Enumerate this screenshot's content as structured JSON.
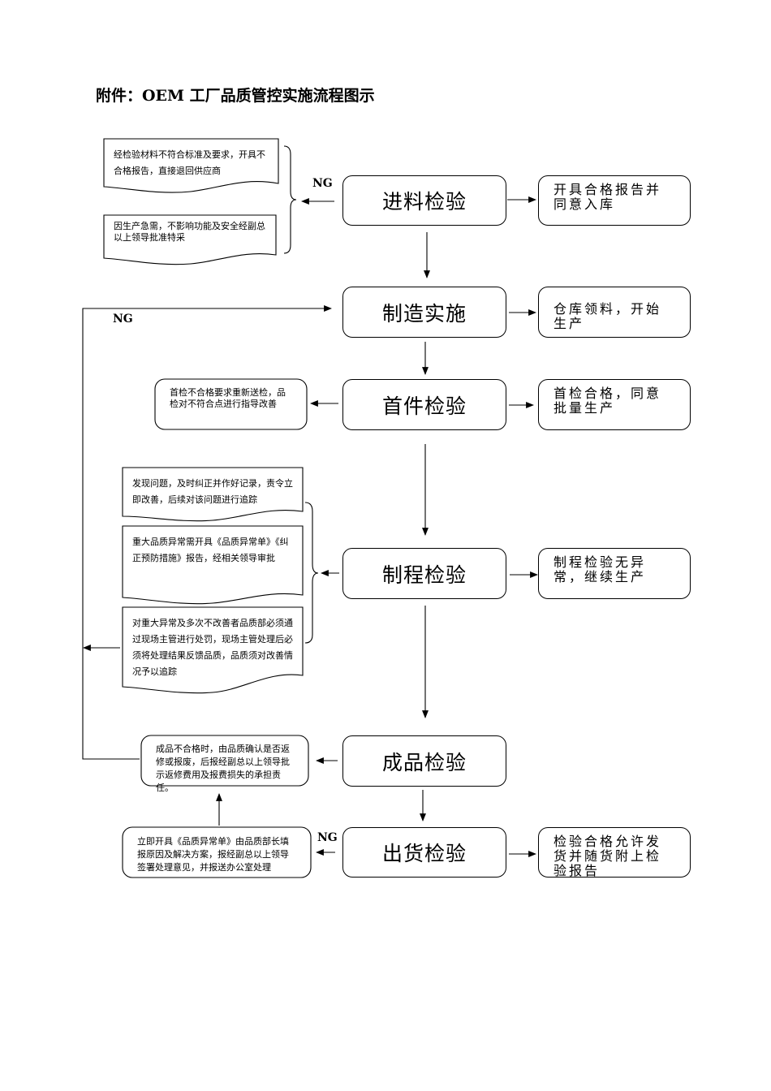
{
  "title": "附件：OEM 工厂品质管控实施流程图示",
  "steps": [
    {
      "label": "进料检验"
    },
    {
      "label": "制造实施"
    },
    {
      "label": "首件检验"
    },
    {
      "label": "制程检验"
    },
    {
      "label": "成品检验"
    },
    {
      "label": "出货检验"
    }
  ],
  "results": [
    "开具合格报告并同意入库",
    "仓库领料，开始生产",
    "首检合格，同意批量生产",
    "制程检验无异常，继续生产",
    "检验合格允许发货并随货附上检验报告"
  ],
  "notes": {
    "incoming_reject": "经检验材料不符合标准及要求，开具不合格报告，直接退回供应商",
    "incoming_special": "因生产急需，不影响功能及安全经副总以上领导批准特采",
    "first_article_reject": "首检不合格要求重新送检，品检对不符合点进行指导改善",
    "process_issue": "发现问题，及时纠正并作好记录，责令立即改善，后续对该问题进行追踪",
    "process_major": "重大品质异常需开具《品质异常单》《纠正预防措施》报告，经相关领导审批",
    "process_repeat": "对重大异常及多次不改善者品质部必须通过现场主管进行处罚，现场主管处理后必须将处理结果反馈品质，品质须对改善情况予以追踪",
    "finished_reject": "成品不合格时，由品质确认是否返修或报废，后报经副总以上领导批示返修费用及报费损失的承担责任。",
    "shipping_reject": "立即开具《品质异常单》由品质部长填报原因及解决方案，报经副总以上领导签署处理意见，并报送办公室处理"
  },
  "ng_labels": [
    "NG",
    "NG",
    "NG"
  ]
}
